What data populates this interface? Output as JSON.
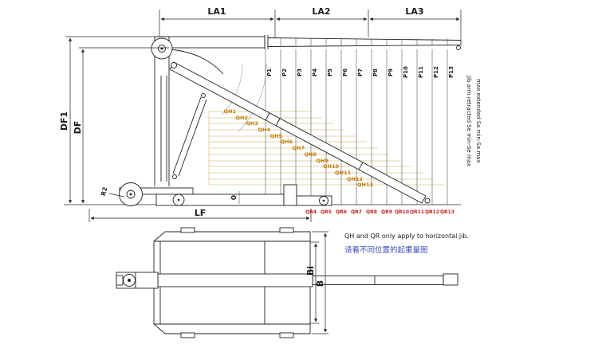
{
  "diagram": {
    "dims": {
      "la1": "LA1",
      "la2": "LA2",
      "la3": "LA3",
      "df1": "DF1",
      "df": "DF",
      "lf": "LF",
      "o": "O",
      "r2": "R2",
      "b": "B",
      "bi": "Bi"
    },
    "p_labels": [
      "P1",
      "P2",
      "P3",
      "P4",
      "P5",
      "P6",
      "P7",
      "P8",
      "P9",
      "P10",
      "P11",
      "P12",
      "P13"
    ],
    "qh_labels": [
      "QH1",
      "QH2",
      "QH3",
      "QH4",
      "QH5",
      "QH6",
      "QH7",
      "QH8",
      "QH9",
      "QH10",
      "QH11",
      "QH12",
      "QH13"
    ],
    "qr_labels": [
      "QR4",
      "QR5",
      "QR6",
      "QR7",
      "QR8",
      "QR9",
      "QR10",
      "QR11",
      "QR12",
      "QR13"
    ],
    "side_note": {
      "line1": "Jib arm retracted Se min-Se max",
      "line2": "max extended Sa min-Sa max"
    },
    "notes": {
      "en": "QH and QR only apply to horizontal jib.",
      "zh": "请看不同位置的起重量图"
    },
    "colors": {
      "qh": "#c27a00",
      "qr": "#c22222",
      "stair": "#d9c78e",
      "zh_note": "#3b48b5"
    }
  }
}
